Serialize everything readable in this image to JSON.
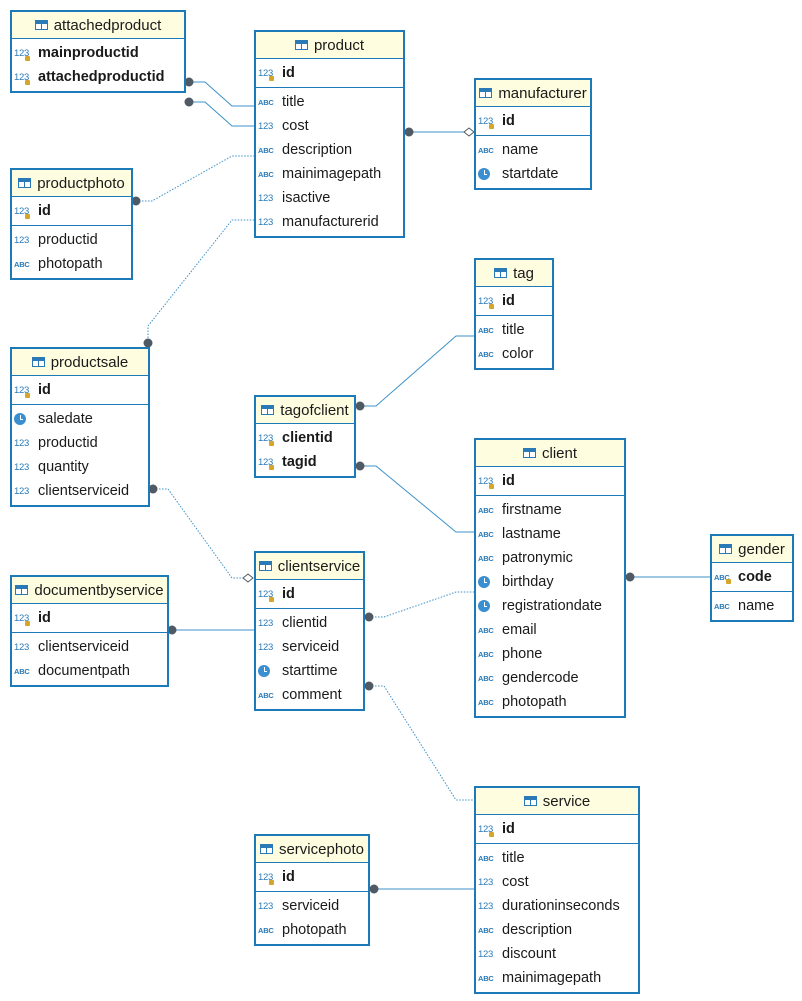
{
  "tables": {
    "attachedproduct": {
      "name": "attachedproduct",
      "cols": [
        [
          "mainproductid",
          "num",
          true
        ],
        [
          "attachedproductid",
          "num",
          true
        ]
      ]
    },
    "product": {
      "name": "product",
      "cols": [
        [
          "id",
          "num",
          true
        ],
        [
          "title",
          "abc",
          false
        ],
        [
          "cost",
          "num",
          false
        ],
        [
          "description",
          "abc",
          false
        ],
        [
          "mainimagepath",
          "abc",
          false
        ],
        [
          "isactive",
          "num",
          false
        ],
        [
          "manufacturerid",
          "num",
          false
        ]
      ]
    },
    "manufacturer": {
      "name": "manufacturer",
      "cols": [
        [
          "id",
          "num",
          true
        ],
        [
          "name",
          "abc",
          false
        ],
        [
          "startdate",
          "clock",
          false
        ]
      ]
    },
    "productphoto": {
      "name": "productphoto",
      "cols": [
        [
          "id",
          "num",
          true
        ],
        [
          "productid",
          "num",
          false
        ],
        [
          "photopath",
          "abc",
          false
        ]
      ]
    },
    "tag": {
      "name": "tag",
      "cols": [
        [
          "id",
          "num",
          true
        ],
        [
          "title",
          "abc",
          false
        ],
        [
          "color",
          "abc",
          false
        ]
      ]
    },
    "productsale": {
      "name": "productsale",
      "cols": [
        [
          "id",
          "num",
          true
        ],
        [
          "saledate",
          "clock",
          false
        ],
        [
          "productid",
          "num",
          false
        ],
        [
          "quantity",
          "num",
          false
        ],
        [
          "clientserviceid",
          "num",
          false
        ]
      ]
    },
    "tagofclient": {
      "name": "tagofclient",
      "cols": [
        [
          "clientid",
          "num",
          true
        ],
        [
          "tagid",
          "num",
          true
        ]
      ]
    },
    "client": {
      "name": "client",
      "cols": [
        [
          "id",
          "num",
          true
        ],
        [
          "firstname",
          "abc",
          false
        ],
        [
          "lastname",
          "abc",
          false
        ],
        [
          "patronymic",
          "abc",
          false
        ],
        [
          "birthday",
          "clock",
          false
        ],
        [
          "registrationdate",
          "clock",
          false
        ],
        [
          "email",
          "abc",
          false
        ],
        [
          "phone",
          "abc",
          false
        ],
        [
          "gendercode",
          "abc",
          false
        ],
        [
          "photopath",
          "abc",
          false
        ]
      ]
    },
    "gender": {
      "name": "gender",
      "cols": [
        [
          "code",
          "abc",
          true
        ],
        [
          "name",
          "abc",
          false
        ]
      ]
    },
    "documentbyservice": {
      "name": "documentbyservice",
      "cols": [
        [
          "id",
          "num",
          true
        ],
        [
          "clientserviceid",
          "num",
          false
        ],
        [
          "documentpath",
          "abc",
          false
        ]
      ]
    },
    "clientservice": {
      "name": "clientservice",
      "cols": [
        [
          "id",
          "num",
          true
        ],
        [
          "clientid",
          "num",
          false
        ],
        [
          "serviceid",
          "num",
          false
        ],
        [
          "starttime",
          "clock",
          false
        ],
        [
          "comment",
          "abc",
          false
        ]
      ]
    },
    "service": {
      "name": "service",
      "cols": [
        [
          "id",
          "num",
          true
        ],
        [
          "title",
          "abc",
          false
        ],
        [
          "cost",
          "num",
          false
        ],
        [
          "durationinseconds",
          "num",
          false
        ],
        [
          "description",
          "abc",
          false
        ],
        [
          "discount",
          "num",
          false
        ],
        [
          "mainimagepath",
          "abc",
          false
        ]
      ]
    },
    "servicephoto": {
      "name": "servicephoto",
      "cols": [
        [
          "id",
          "num",
          true
        ],
        [
          "serviceid",
          "num",
          false
        ],
        [
          "photopath",
          "abc",
          false
        ]
      ]
    }
  },
  "relations": [
    {
      "from": "attachedproduct.mainproductid",
      "to": "product.id"
    },
    {
      "from": "attachedproduct.attachedproductid",
      "to": "product.id"
    },
    {
      "from": "product.manufacturerid",
      "to": "manufacturer.id"
    },
    {
      "from": "productphoto.productid",
      "to": "product.id"
    },
    {
      "from": "productsale.productid",
      "to": "product.id"
    },
    {
      "from": "productsale.clientserviceid",
      "to": "clientservice.id"
    },
    {
      "from": "tagofclient.tagid",
      "to": "tag.id"
    },
    {
      "from": "tagofclient.clientid",
      "to": "client.id"
    },
    {
      "from": "client.gendercode",
      "to": "gender.code"
    },
    {
      "from": "documentbyservice.clientserviceid",
      "to": "clientservice.id"
    },
    {
      "from": "clientservice.clientid",
      "to": "client.id"
    },
    {
      "from": "clientservice.serviceid",
      "to": "service.id"
    },
    {
      "from": "servicephoto.serviceid",
      "to": "service.id"
    }
  ],
  "icons": {
    "num": "123",
    "abc": "ABC",
    "clock": "clock-icon"
  },
  "colors": {
    "border": "#1d7ab8",
    "header_bg": "#fffde0",
    "link": "#2a86c4",
    "endpoint": "#505a64"
  }
}
